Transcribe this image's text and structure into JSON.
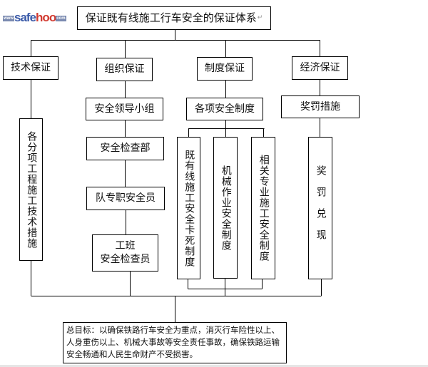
{
  "logo": {
    "prefix": "www",
    "name_a": "safe",
    "name_b": "hoo",
    "suffix": "com"
  },
  "title": "保证既有线施工行车安全的保证体系",
  "paragraph_mark": "↵",
  "categories": [
    {
      "label": "技术保证",
      "children": [
        {
          "label": "各分项工程施工技术措施"
        }
      ]
    },
    {
      "label": "组织保证",
      "children": [
        {
          "label": "安全领导小组"
        },
        {
          "label": "安全检查部"
        },
        {
          "label": "队专职安全员"
        },
        {
          "label": "工班",
          "label2": "安全检查员"
        }
      ]
    },
    {
      "label": "制度保证",
      "sub": "各项安全制度",
      "children": [
        {
          "label": "既有线施工安全卡死制度"
        },
        {
          "label": "机械作业安全制度"
        },
        {
          "label": "相关专业施工安全制度"
        }
      ]
    },
    {
      "label": "经济保证",
      "sub": "奖罚措施",
      "children": [
        {
          "label": "奖罚兑现"
        }
      ]
    }
  ],
  "goal": "总目标：以确保铁路行车安全为重点，消灭行车险性以上、人身重伤以上、机械大事故等安全责任事故，确保铁路运输安全畅通和人民生命财产不受损害。"
}
